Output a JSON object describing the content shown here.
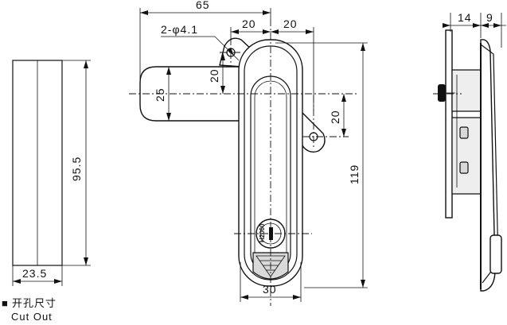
{
  "dimensions": {
    "cutout_width": "23.5",
    "cutout_height": "95.5",
    "overall_width": "65",
    "hole_spec": "2-φ4.1",
    "offset_top_left": "20",
    "offset_top_right": "20",
    "hole_vertical_offset": "20",
    "tongue_height": "25",
    "right_hole_offset": "20",
    "body_height": "119",
    "body_width": "30",
    "side_depth_1": "14",
    "side_depth_2": "9"
  },
  "lock_label": "H2000",
  "legend": {
    "marker": "■",
    "title_cn": "开孔尺寸",
    "title_en": "Cut Out"
  }
}
